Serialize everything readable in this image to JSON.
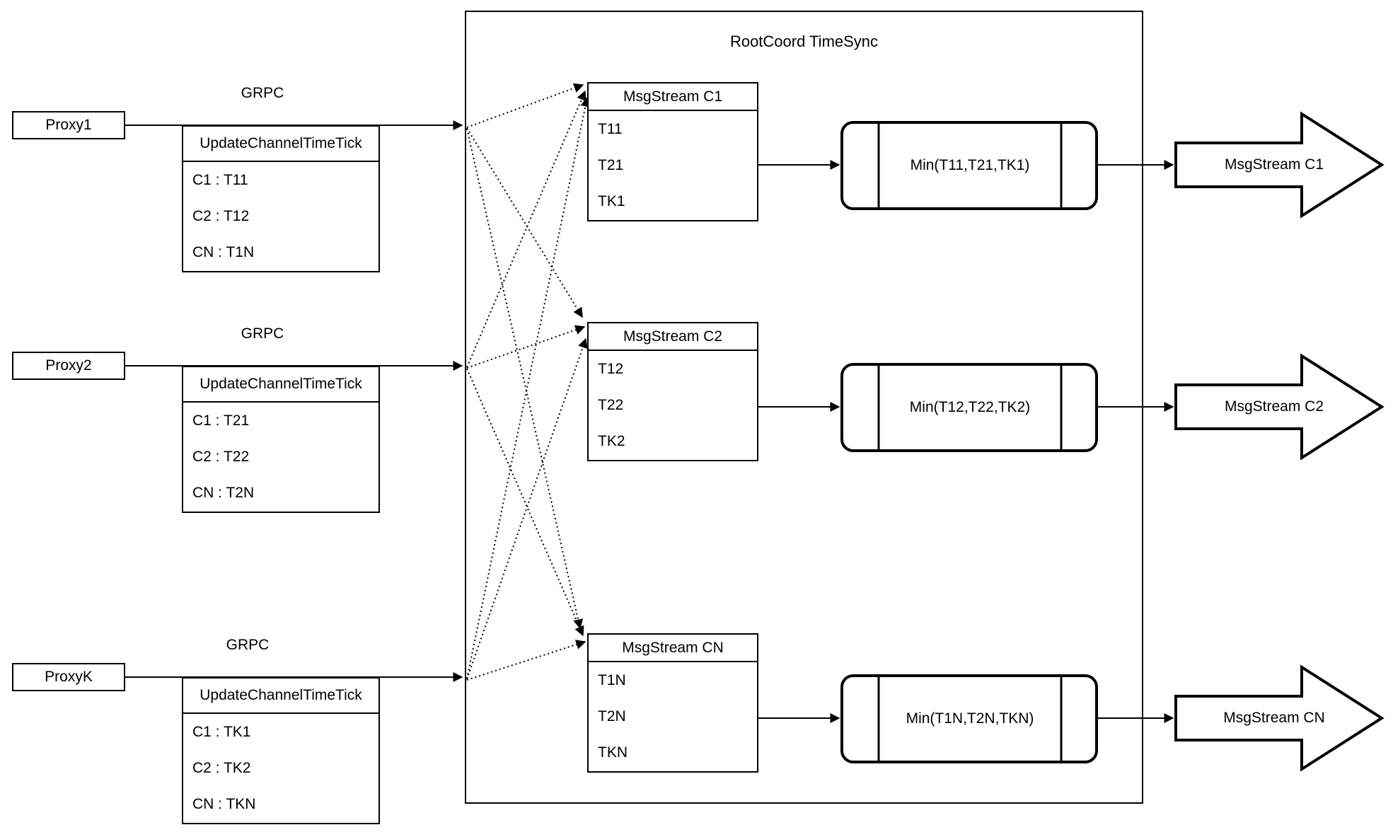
{
  "diagram": {
    "container_title": "RootCoord TimeSync",
    "grpc_label": "GRPC",
    "colors": {
      "stroke": "#000000",
      "background": "#ffffff"
    },
    "proxies": [
      {
        "name": "Proxy1",
        "table_header": "UpdateChannelTimeTick",
        "rows": [
          "C1 :  T11",
          "C2 :  T12",
          "CN : T1N"
        ]
      },
      {
        "name": "Proxy2",
        "table_header": "UpdateChannelTimeTick",
        "rows": [
          "C1 :  T21",
          "C2 :  T22",
          "CN : T2N"
        ]
      },
      {
        "name": "ProxyK",
        "table_header": "UpdateChannelTimeTick",
        "rows": [
          "C1 :  TK1",
          "C2 :  TK2",
          "CN : TKN"
        ]
      }
    ],
    "msg_streams": [
      {
        "title": "MsgStream C1",
        "rows": [
          "T11",
          "T21",
          "TK1"
        ],
        "min_label": "Min(T11,T21,TK1)",
        "out_label": "MsgStream C1"
      },
      {
        "title": "MsgStream C2",
        "rows": [
          "T12",
          "T22",
          "TK2"
        ],
        "min_label": "Min(T12,T22,TK2)",
        "out_label": "MsgStream C2"
      },
      {
        "title": "MsgStream CN",
        "rows": [
          "T1N",
          "T2N",
          "TKN"
        ],
        "min_label": "Min(T1N,T2N,TKN)",
        "out_label": "MsgStream CN"
      }
    ]
  }
}
